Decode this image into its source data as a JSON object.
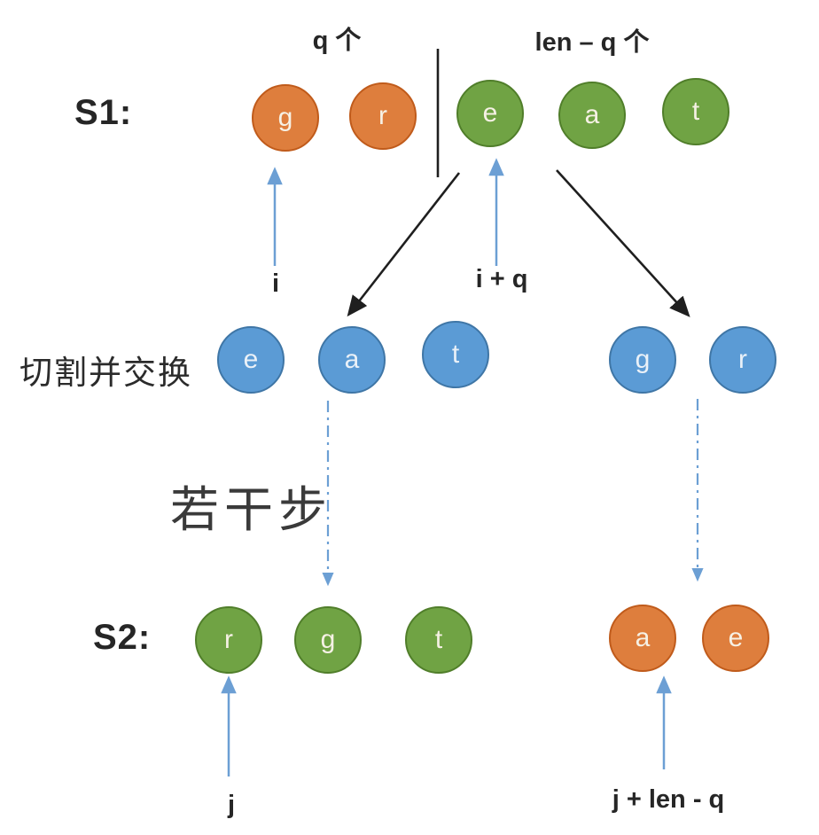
{
  "colors": {
    "orange-fill": "#DE7E3D",
    "orange-border": "#C05B1B",
    "green-fill": "#70A344",
    "green-border": "#507E2A",
    "blue-fill": "#5B9BD5",
    "blue-border": "#3F76A6",
    "arrow-blue": "#6C9FD4",
    "arrow-black": "#1F1F1F",
    "letter-color": "#F6F1E5",
    "text-color": "#262626"
  },
  "s1": {
    "label": "S1:",
    "letters": [
      "g",
      "r",
      "e",
      "a",
      "t"
    ]
  },
  "mid": {
    "label": "切割并交换",
    "letters": [
      "e",
      "a",
      "t",
      "g",
      "r"
    ]
  },
  "s2": {
    "label": "S2:",
    "letters": [
      "r",
      "g",
      "t",
      "a",
      "e"
    ]
  },
  "annotations": {
    "q_count": "q 个",
    "len_q_count": "len – q 个",
    "i": "i",
    "i_plus_q": "i + q",
    "j": "j",
    "j_plus_len_minus_q": "j + len - q",
    "steps": "若干步"
  }
}
